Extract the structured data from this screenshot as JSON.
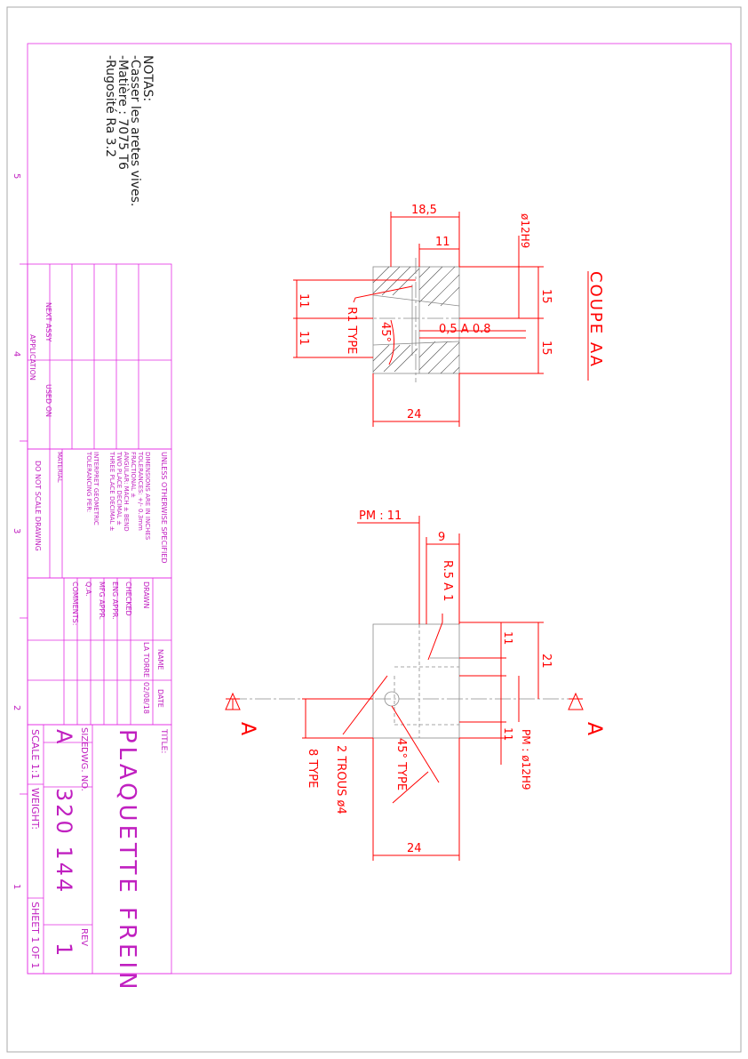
{
  "notes": {
    "title": "NOTAS:",
    "lines": [
      "-Casser les aretes vives.",
      "-Matière : 7075 T6",
      "-Rugosité Ra 3.2"
    ]
  },
  "zones": [
    "5",
    "4",
    "3",
    "2",
    "1"
  ],
  "title_block": {
    "next_assy": "NEXT ASSY",
    "used_on": "USED ON",
    "application": "APPLICATION",
    "unless": "UNLESS OTHERWISE SPECIFIED",
    "dimensions": "DIMENSIONS ARE IN INCHES",
    "tolerances": "TOLERANCES: +/- 0.3mm",
    "fractional": "FRACTIONAL ±",
    "angular": "ANGULAR: MACH ±     BEND",
    "two_place": "TWO PLACE DECIMAL ±",
    "three_place": "THREE PLACE DECIMAL ±",
    "interpret1": "INTERPRET GEOMETRIC",
    "interpret2": "TOLERANCING PER:",
    "material": "MATERIAL",
    "do_not_scale": "DO NOT SCALE DRAWING",
    "drawn": "DRAWN",
    "checked": "CHECKED",
    "eng_appr": "ENG APPR.",
    "mfg_appr": "MFG APPR.",
    "qa": "Q.A.",
    "comments": "COMMENTS:",
    "name_header": "NAME",
    "date_header": "DATE",
    "drawn_name": "LA TORRE",
    "drawn_date": "02/08/18",
    "title_label": "TITLE:",
    "title": "PLAQUETTE FREIN",
    "size_label": "SIZE",
    "size": "A",
    "dwg_no_label": "DWG.  NO.",
    "dwg_no": "320 144",
    "rev_label": "REV",
    "rev": "1",
    "scale": "SCALE 1:1",
    "weight": "WEIGHT:",
    "sheet": "SHEET 1 OF 1"
  },
  "section_view": {
    "title": "COUPE AA",
    "dims": {
      "d18_5": "18,5",
      "d11_top": "11",
      "dia12": "ø12H9",
      "d15_a": "15",
      "d15_b": "15",
      "d11_left_a": "11",
      "d11_left_b": "11",
      "r1": "R1 TYPE",
      "ang45": "45°",
      "chamfer": "0,5  A  0.8",
      "d24": "24"
    }
  },
  "plan_view": {
    "dims": {
      "pm11": "PM : 11",
      "d9": "9",
      "r5": "R.5  A  1",
      "d11_a": "11",
      "d21": "21",
      "d11_b": "11",
      "pm12": "PM : ø12H9",
      "d8": "8  TYPE",
      "trous": "2  TROUS  ø4",
      "ang45": "45°  TYPE",
      "d24": "24",
      "section_mark": "A"
    }
  }
}
